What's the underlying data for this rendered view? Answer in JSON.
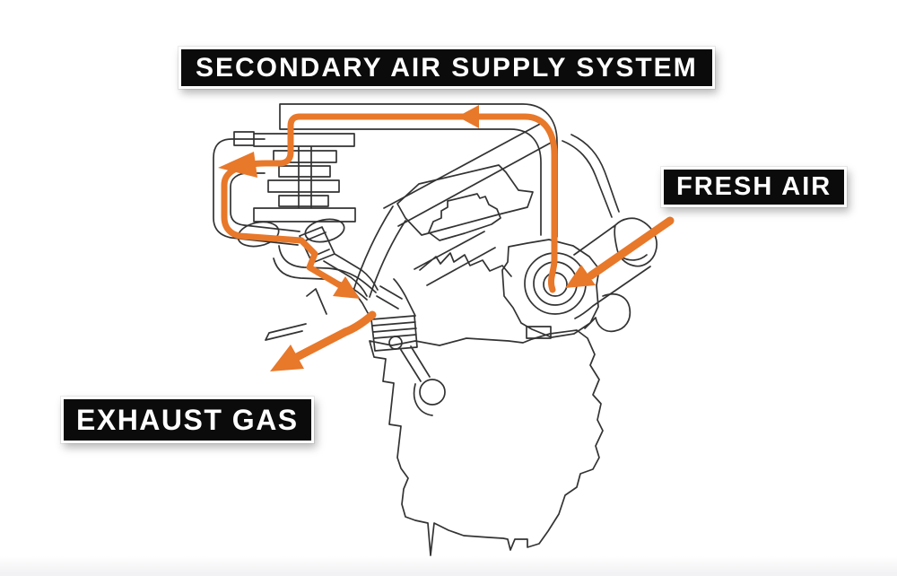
{
  "title": {
    "text": "SECONDARY AIR SUPPLY SYSTEM"
  },
  "callouts": {
    "fresh_air": {
      "text": "FRESH AIR"
    },
    "exhaust_gas": {
      "text": "EXHAUST GAS"
    }
  },
  "diagram": {
    "subject": "engine-cross-section-secondary-air-supply",
    "arrows": [
      "fresh-air-intake-arrow",
      "top-pipe-flow-arrow",
      "air-valve-outlet-arrow",
      "exhaust-port-injection-arrow",
      "exhaust-gas-out-arrow"
    ]
  },
  "theme": {
    "background": "#ffffff",
    "accent": "#e8782a",
    "line": "#333333",
    "label_bg": "#0b0b0b",
    "label_fg": "#ffffff",
    "shade": "#f1f1f3"
  }
}
